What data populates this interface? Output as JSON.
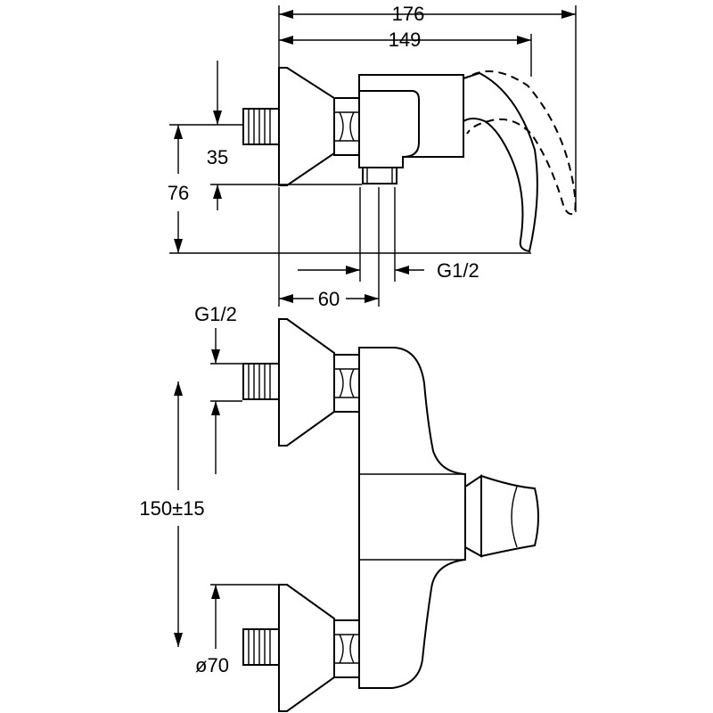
{
  "dimensions": {
    "overall_length": "176",
    "body_length": "149",
    "outlet_height": "35",
    "handle_height": "76",
    "outlet_offset": "60",
    "outlet_thread": "G1/2",
    "inlet_thread": "G1/2",
    "inlet_spacing": "150±15",
    "flange_diameter": "ø70"
  },
  "colors": {
    "line": "#000000",
    "background": "#ffffff"
  }
}
